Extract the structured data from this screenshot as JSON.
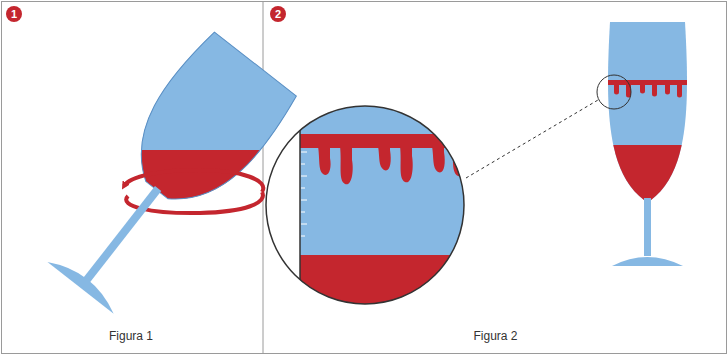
{
  "diagram": {
    "labels": [
      "1",
      "Figura 1",
      "2",
      "Figura 2"
    ]
  }
}
